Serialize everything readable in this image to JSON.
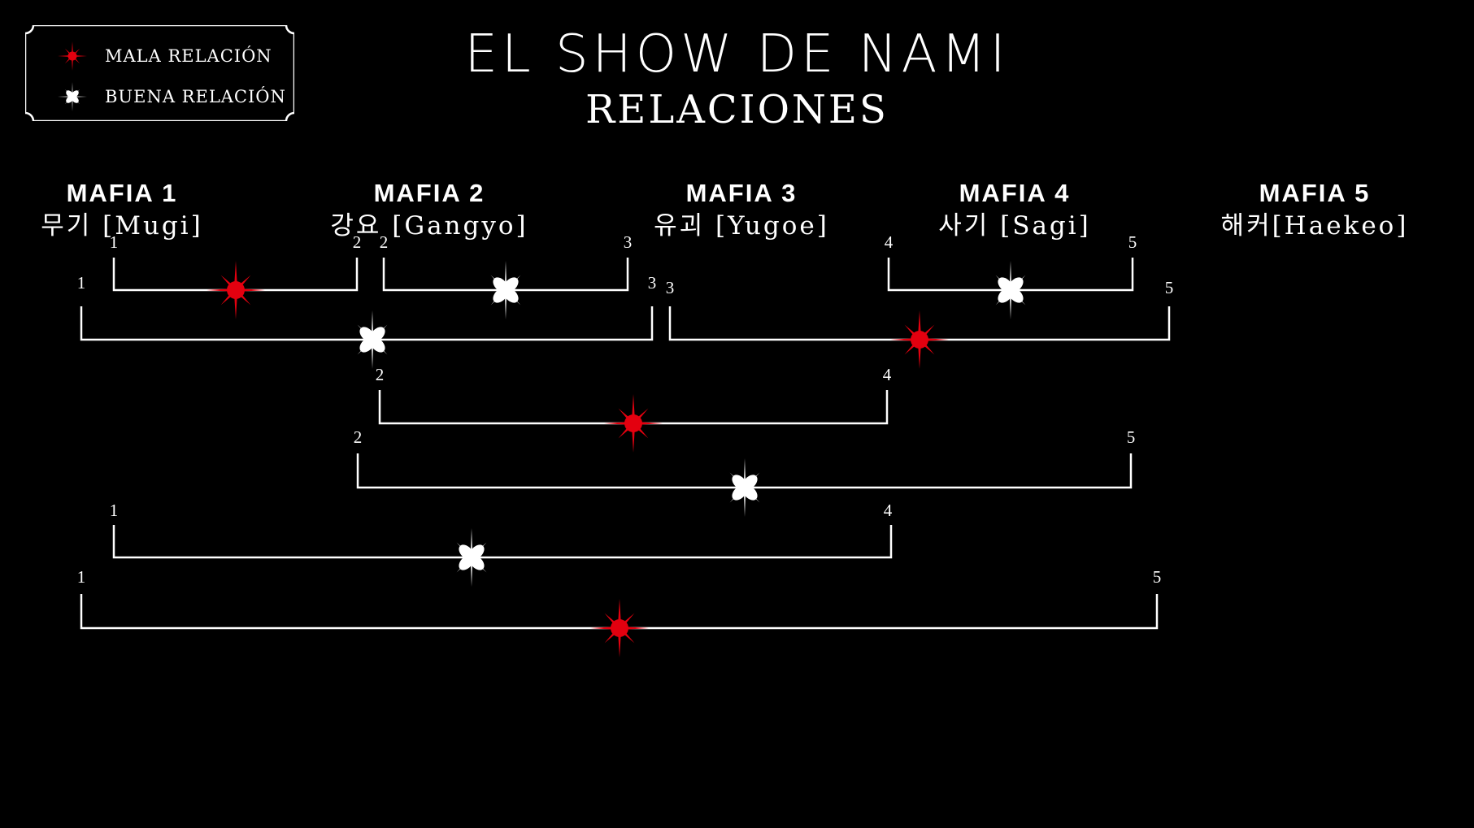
{
  "title": "EL SHOW DE NAMI",
  "subtitle": "RELACIONES",
  "legend": {
    "items": [
      {
        "key": "mala",
        "label": "MALA RELACIÓN",
        "icon": "red-starburst-icon",
        "color": "#e3000f"
      },
      {
        "key": "buena",
        "label": "BUENA RELACIÓN",
        "icon": "white-sparkle-icon",
        "color": "#ffffff"
      }
    ]
  },
  "mafias": [
    {
      "id": 1,
      "name": "MAFIA 1",
      "korean": "무기 [Mugi]"
    },
    {
      "id": 2,
      "name": "MAFIA 2",
      "korean": "강요 [Gangyo]"
    },
    {
      "id": 3,
      "name": "MAFIA 3",
      "korean": "유괴 [Yugoe]"
    },
    {
      "id": 4,
      "name": "MAFIA 4",
      "korean": "사기 [Sagi]"
    },
    {
      "id": 5,
      "name": "MAFIA 5",
      "korean": "해커[Haekeo]"
    }
  ],
  "relations": [
    {
      "from": 1,
      "to": 2,
      "type": "mala"
    },
    {
      "from": 2,
      "to": 3,
      "type": "buena"
    },
    {
      "from": 4,
      "to": 5,
      "type": "buena"
    },
    {
      "from": 1,
      "to": 3,
      "type": "buena"
    },
    {
      "from": 3,
      "to": 5,
      "type": "mala"
    },
    {
      "from": 2,
      "to": 4,
      "type": "mala"
    },
    {
      "from": 2,
      "to": 5,
      "type": "buena"
    },
    {
      "from": 1,
      "to": 4,
      "type": "buena"
    },
    {
      "from": 1,
      "to": 5,
      "type": "mala"
    }
  ]
}
